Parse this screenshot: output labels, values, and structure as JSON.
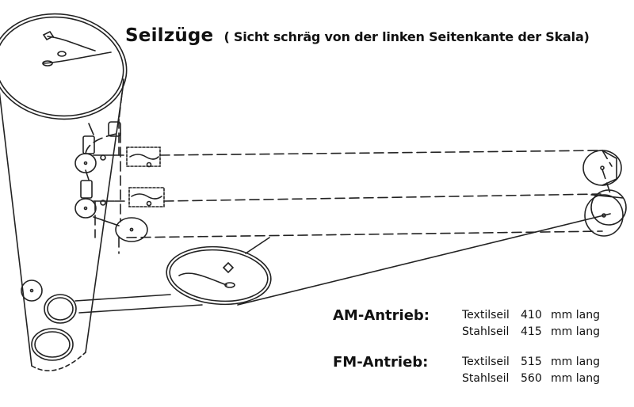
{
  "title": {
    "main": "Seilzüge",
    "sub": "( Sicht schräg von der linken Seitenkante der Skala)"
  },
  "drives": [
    {
      "label": "AM-Antrieb:",
      "cords": [
        {
          "type": "Textilseil",
          "length": "410",
          "unit": "mm lang"
        },
        {
          "type": "Stahlseil",
          "length": "415",
          "unit": "mm lang"
        }
      ]
    },
    {
      "label": "FM-Antrieb:",
      "cords": [
        {
          "type": "Textilseil",
          "length": "515",
          "unit": "mm lang"
        },
        {
          "type": "Stahlseil",
          "length": "560",
          "unit": "mm lang"
        }
      ]
    }
  ],
  "colors": {
    "ink": "#222222",
    "paper": "#ffffff"
  }
}
